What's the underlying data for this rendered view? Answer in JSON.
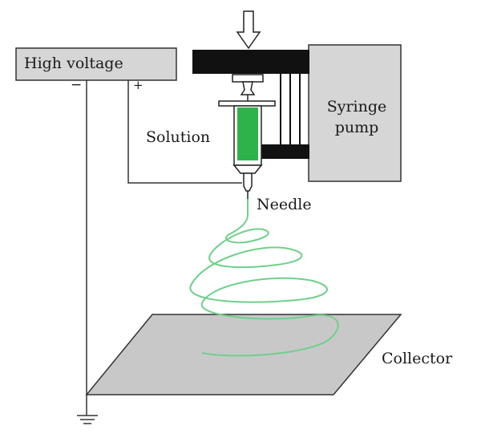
{
  "diagram": {
    "labels": {
      "high_voltage": "High voltage",
      "minus": "−",
      "plus": "+",
      "solution": "Solution",
      "syringe_pump_line1": "Syringe",
      "syringe_pump_line2": "pump",
      "needle": "Needle",
      "collector": "Collector"
    },
    "colors": {
      "solution_fill": "#2db34a",
      "fiber_jet": "#6fd08a",
      "box_fill": "#d6d6d6",
      "plate_fill": "#c8c8c8",
      "clamp_black": "#111111",
      "line": "#333333"
    },
    "icons": [
      "push-arrow-icon",
      "ground-icon"
    ]
  }
}
